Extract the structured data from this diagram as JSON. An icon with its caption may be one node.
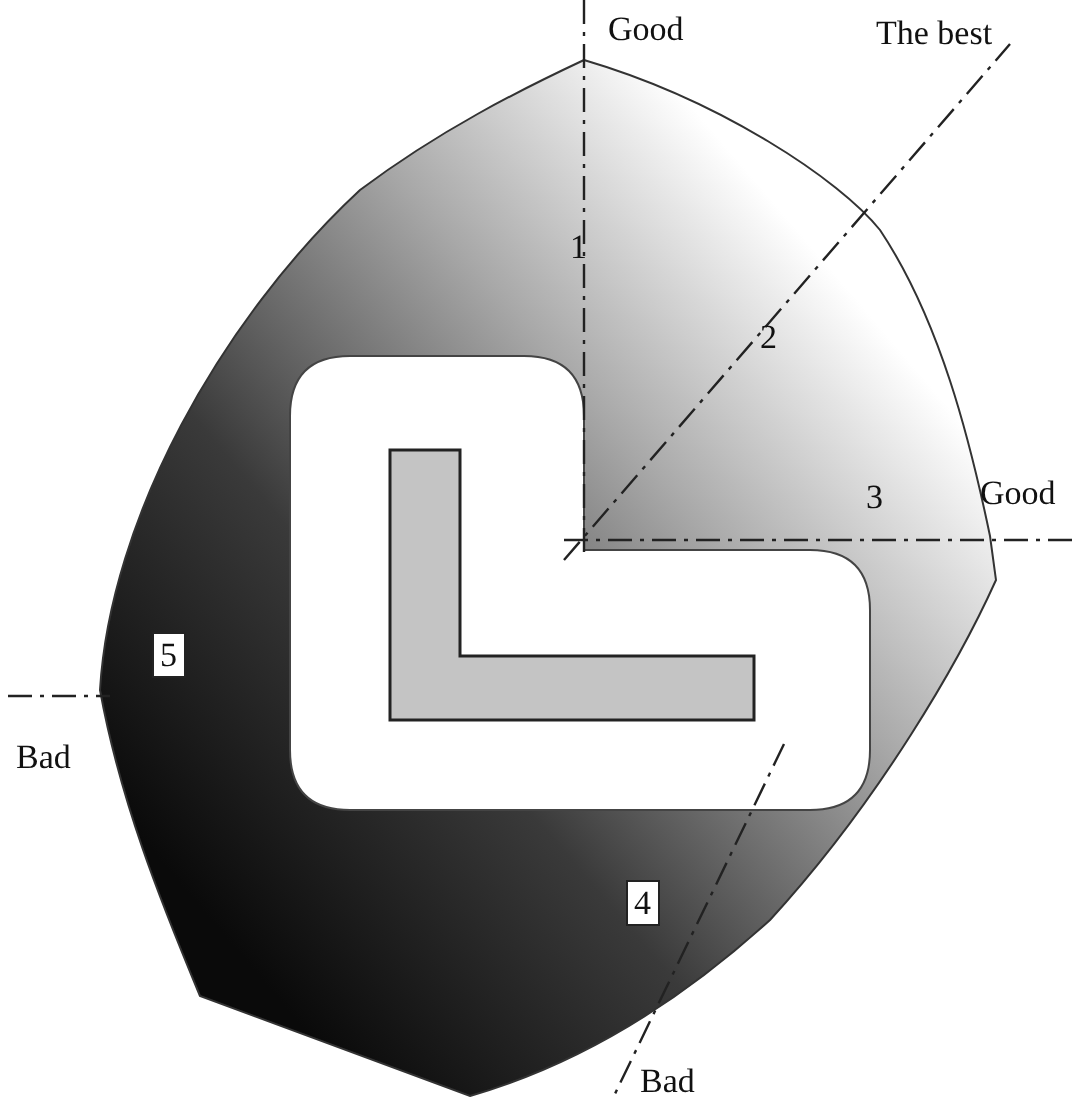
{
  "diagram": {
    "labels": [
      "Good",
      "The best",
      "1",
      "2",
      "3",
      "Good",
      "5",
      "Bad",
      "4",
      "Bad"
    ]
  }
}
